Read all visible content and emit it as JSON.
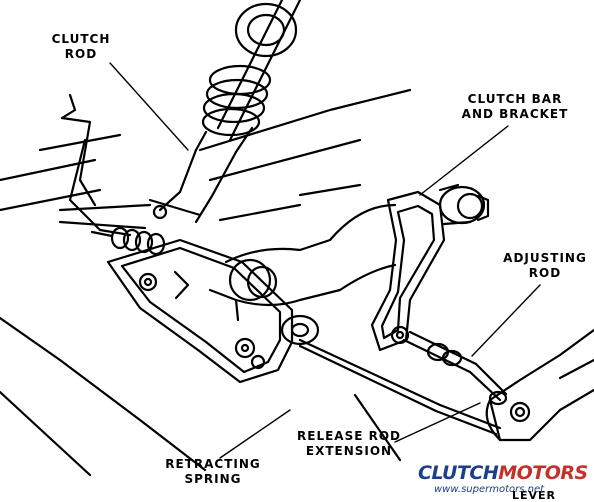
{
  "labels": {
    "clutch_rod_1": "CLUTCH",
    "clutch_rod_2": "ROD",
    "clutch_bar_1": "CLUTCH BAR",
    "clutch_bar_2": "AND BRACKET",
    "adjusting_rod_1": "ADJUSTING",
    "adjusting_rod_2": "ROD",
    "release_rod_1": "RELEASE ROD",
    "release_rod_2": "EXTENSION",
    "retracting_spring_1": "RETRACTING",
    "retracting_spring_2": "SPRING",
    "lever_partial": "LEVER"
  },
  "watermark": {
    "logo_part1": "CLUTCH",
    "logo_part2": "MOTORS",
    "url": "www.supermotors.net"
  },
  "colors": {
    "ink": "#000000",
    "watermark_blue": "#1d3f8a",
    "watermark_red": "#c6302b"
  }
}
